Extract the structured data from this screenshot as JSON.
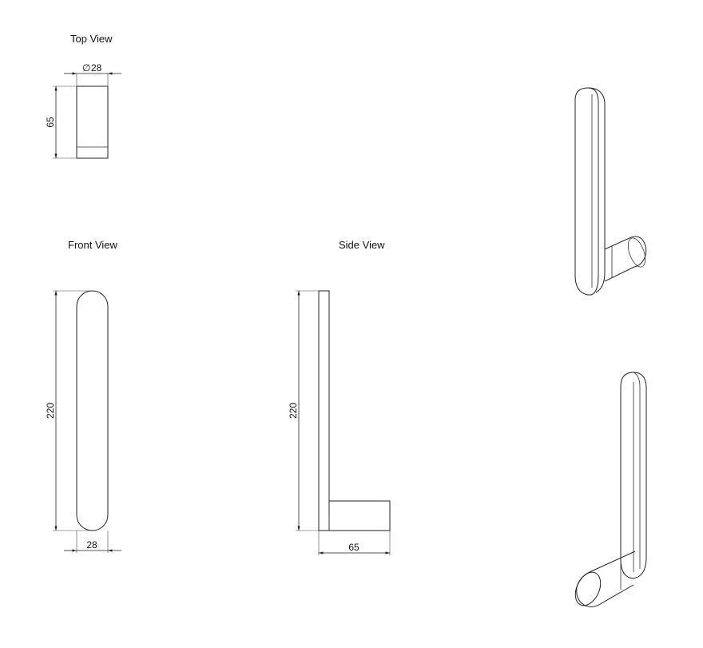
{
  "views": {
    "top": {
      "title": "Top View",
      "diameter_symbol": "∅",
      "width_label": "28",
      "depth_label": "65"
    },
    "front": {
      "title": "Front View",
      "height_label": "220",
      "width_label": "28"
    },
    "side": {
      "title": "Side View",
      "height_label": "220",
      "depth_label": "65"
    }
  }
}
